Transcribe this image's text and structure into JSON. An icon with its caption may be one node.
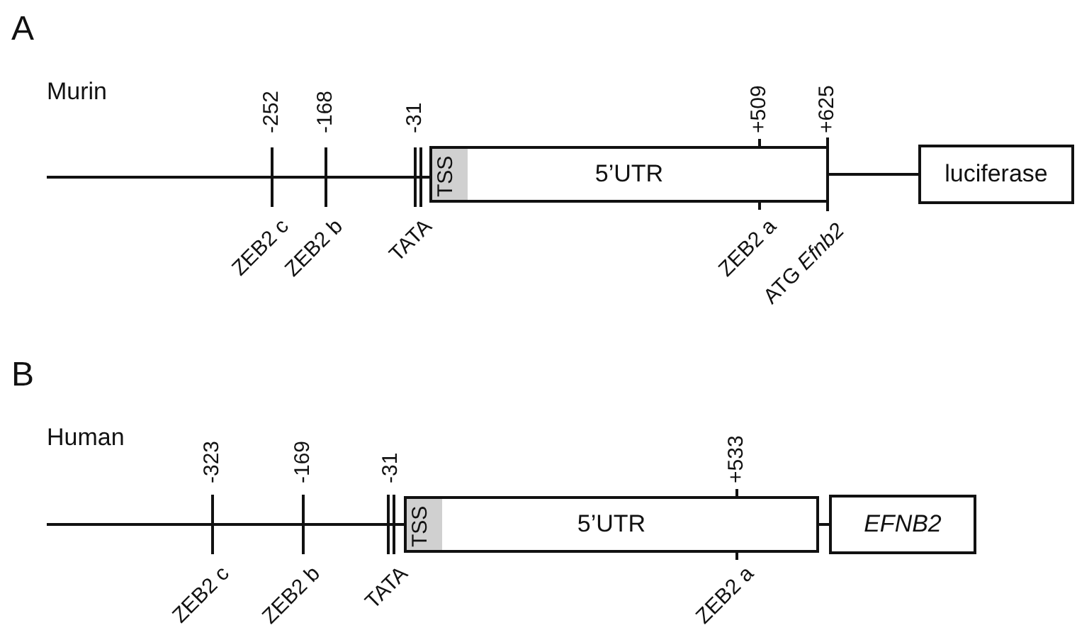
{
  "diagram": {
    "nodes": [
      {
        "text": [
          "5’UTR"
        ]
      },
      {
        "text": [
          "TSS"
        ],
        "in": 0
      },
      {
        "text": [
          "luciferase"
        ]
      },
      {
        "text": [
          "5’UTR"
        ]
      },
      {
        "text": [
          "TSS"
        ],
        "in": 3
      },
      {
        "text": [
          "EFNB2"
        ]
      }
    ],
    "edges": [
      {
        "from": 0,
        "to": 2,
        "arrow": "none"
      },
      {
        "from": 3,
        "to": 5,
        "arrow": "none"
      }
    ],
    "labels": [
      "A",
      "Murin",
      "-252",
      "-168",
      "-31",
      "+509",
      "+625",
      "ZEB2 c",
      "ZEB2 b",
      "TATA",
      "ZEB2 a",
      "ATG *Efnb2*",
      "B",
      "Human",
      "-323",
      "-169",
      "-31",
      "+533",
      "ZEB2 c",
      "ZEB2 b",
      "TATA",
      "ZEB2 a"
    ]
  }
}
